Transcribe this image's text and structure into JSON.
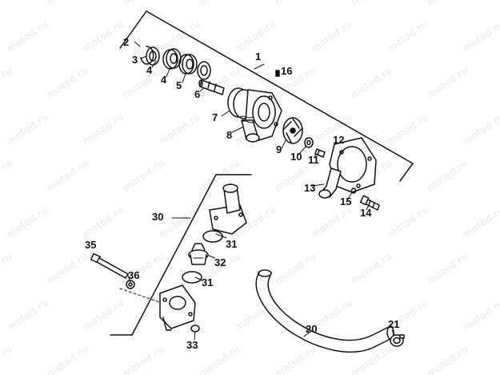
{
  "watermark": "motod.ru",
  "callouts": [
    {
      "id": "c1",
      "text": "1"
    },
    {
      "id": "c2",
      "text": "2"
    },
    {
      "id": "c3",
      "text": "3"
    },
    {
      "id": "c4a",
      "text": "4"
    },
    {
      "id": "c4b",
      "text": "4"
    },
    {
      "id": "c5",
      "text": "5"
    },
    {
      "id": "c6",
      "text": "6"
    },
    {
      "id": "c7",
      "text": "7"
    },
    {
      "id": "c8",
      "text": "8"
    },
    {
      "id": "c9",
      "text": "9"
    },
    {
      "id": "c10",
      "text": "10"
    },
    {
      "id": "c11",
      "text": "11"
    },
    {
      "id": "c12",
      "text": "12"
    },
    {
      "id": "c13",
      "text": "13"
    },
    {
      "id": "c14",
      "text": "14"
    },
    {
      "id": "c15",
      "text": "15"
    },
    {
      "id": "c16",
      "text": "16"
    },
    {
      "id": "c20",
      "text": "20"
    },
    {
      "id": "c21",
      "text": "21"
    },
    {
      "id": "c30",
      "text": "30"
    },
    {
      "id": "c31a",
      "text": "31"
    },
    {
      "id": "c31b",
      "text": "31"
    },
    {
      "id": "c32",
      "text": "32"
    },
    {
      "id": "c33",
      "text": "33"
    },
    {
      "id": "c35",
      "text": "35"
    },
    {
      "id": "c36",
      "text": "36"
    }
  ]
}
